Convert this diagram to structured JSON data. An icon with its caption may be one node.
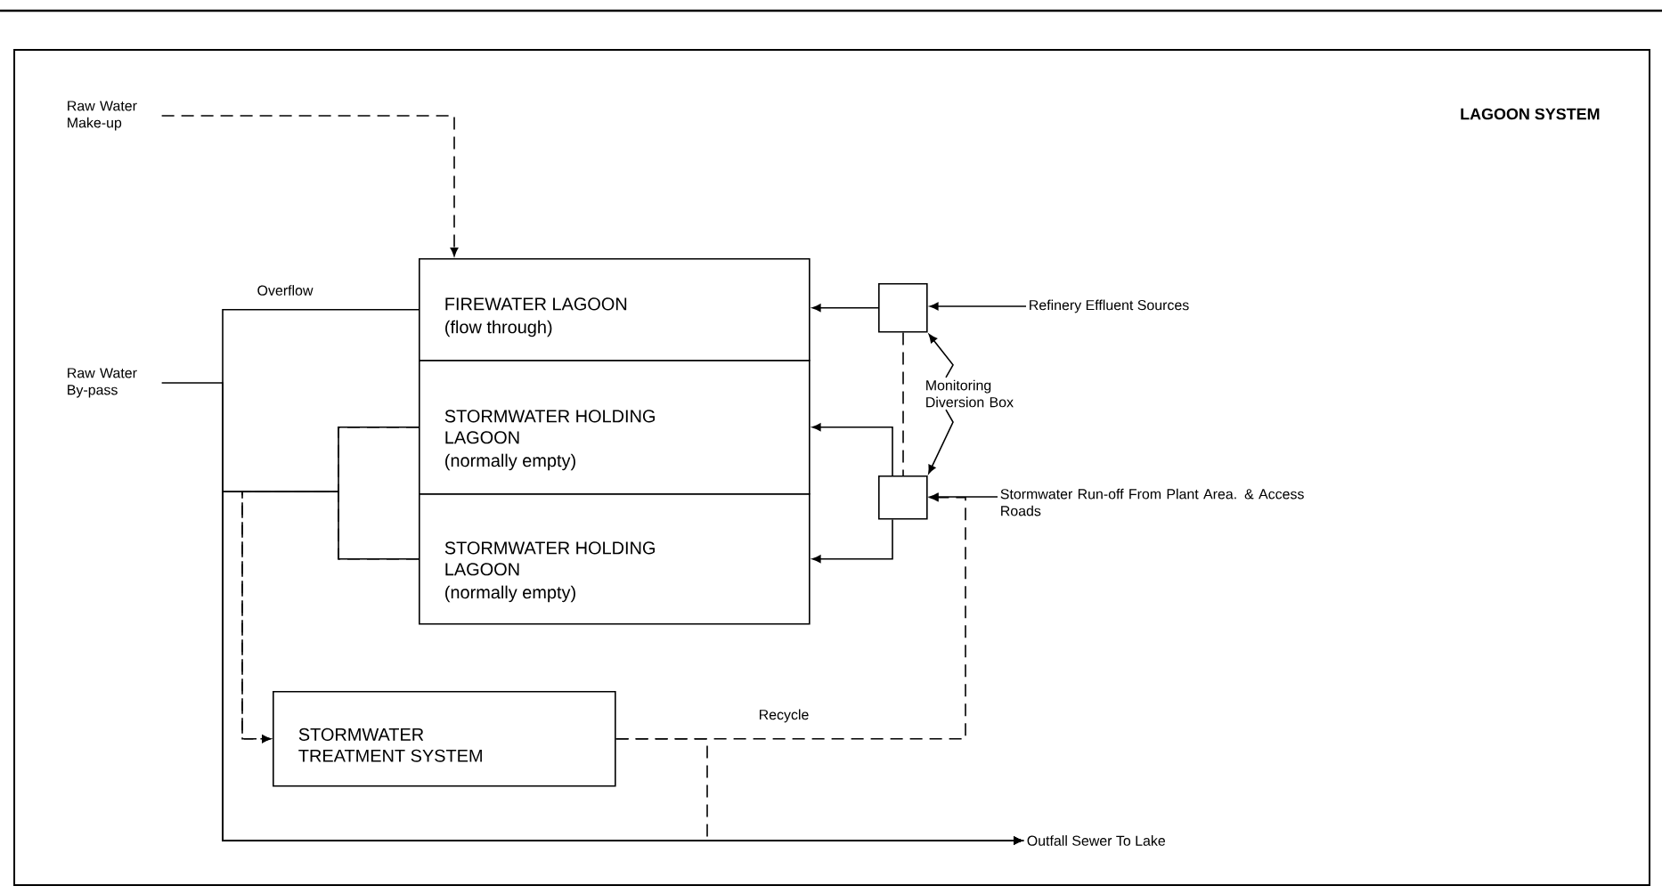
{
  "diagram": {
    "title": "LAGOON SYSTEM",
    "nodes": [
      {
        "text": [
          "Raw Water Make-up"
        ]
      },
      {
        "text": [
          "Raw Water By-pass"
        ]
      },
      {
        "text": [
          "FIREWATER LAGOON",
          "(flow through)"
        ]
      },
      {
        "text": [
          "STORMWATER HOLDING LAGOON",
          "(normally empty)"
        ]
      },
      {
        "text": [
          "STORMWATER HOLDING LAGOON",
          "(normally empty)"
        ]
      },
      {
        "text": [],
        "shape": "box"
      },
      {
        "text": [],
        "shape": "box"
      },
      {
        "text": [
          "Monitoring Diversion Box"
        ]
      },
      {
        "text": [
          "Refinery Effluent Sources"
        ]
      },
      {
        "text": [
          "Stormwater Run-off From Plant Area. & Access Roads"
        ]
      },
      {
        "text": [
          "STORMWATER TREATMENT SYSTEM"
        ]
      },
      {
        "text": [
          "Outfall Sewer To Lake"
        ]
      }
    ],
    "edges": [
      {
        "from": 0,
        "to": 2,
        "arrow": "to",
        "style": "dashed"
      },
      {
        "from": 8,
        "to": 5,
        "arrow": "to"
      },
      {
        "from": 5,
        "to": 2,
        "arrow": "to"
      },
      {
        "from": 9,
        "to": 6,
        "arrow": "to"
      },
      {
        "from": 6,
        "to": 3,
        "arrow": "to"
      },
      {
        "from": 6,
        "to": 4,
        "arrow": "to"
      },
      {
        "from": 5,
        "to": 6,
        "arrow": "none",
        "style": "dashed"
      },
      {
        "from": 7,
        "to": 5,
        "arrow": "to"
      },
      {
        "from": 7,
        "to": 6,
        "arrow": "to"
      },
      {
        "from": 2,
        "to": 11,
        "arrow": "to",
        "label": "Overflow"
      },
      {
        "from": 1,
        "to": 11,
        "arrow": "to"
      },
      {
        "from": 3,
        "to": 11,
        "arrow": "to"
      },
      {
        "from": 4,
        "to": 11,
        "arrow": "to"
      },
      {
        "from": 3,
        "to": 10,
        "arrow": "to",
        "style": "dashed"
      },
      {
        "from": 4,
        "to": 10,
        "arrow": "to",
        "style": "dashed"
      },
      {
        "from": 10,
        "to": 6,
        "arrow": "to",
        "style": "dashed",
        "label": "Recycle"
      },
      {
        "from": 10,
        "to": 11,
        "arrow": "to",
        "style": "dashed"
      }
    ]
  }
}
